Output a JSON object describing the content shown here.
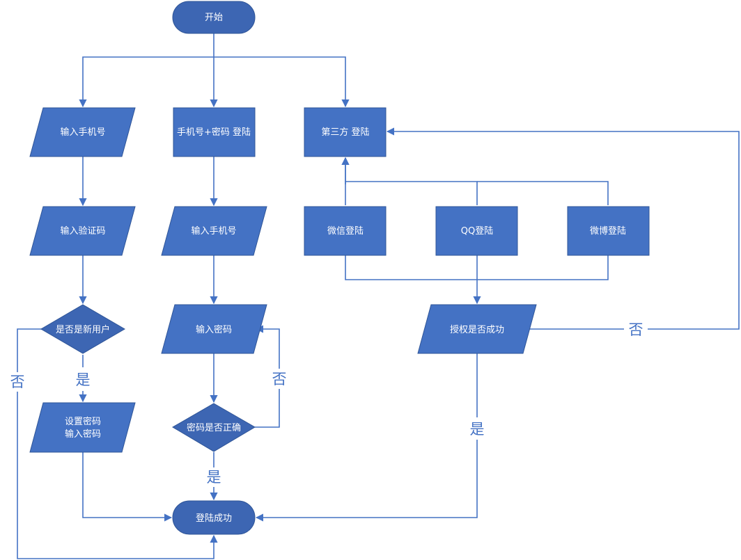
{
  "nodes": {
    "start": {
      "label": "开始"
    },
    "input_phone_sms": {
      "label": "输入手机号"
    },
    "phone_password_login": {
      "label": "手机号+密码 登陆"
    },
    "third_party_login": {
      "label": "第三方 登陆"
    },
    "input_code": {
      "label": "输入验证码"
    },
    "input_phone_pwd": {
      "label": "输入手机号"
    },
    "wechat_login": {
      "label": "微信登陆"
    },
    "qq_login": {
      "label": "QQ登陆"
    },
    "weibo_login": {
      "label": "微博登陆"
    },
    "is_new_user": {
      "label": "是否是新用户"
    },
    "input_password": {
      "label": "输入密码"
    },
    "auth_success": {
      "label": "授权是否成功"
    },
    "set_password": {
      "line1": "设置密码",
      "line2": "输入密码"
    },
    "password_correct": {
      "label": "密码是否正确"
    },
    "login_success": {
      "label": "登陆成功"
    }
  },
  "edge_labels": {
    "new_user_yes": "是",
    "new_user_no": "否",
    "password_yes": "是",
    "password_no": "否",
    "auth_yes": "是",
    "auth_no": "否"
  },
  "colors": {
    "shape_fill": "#4472c4",
    "decision_fill": "#3d66b3",
    "stroke": "#2f5597",
    "edge": "#4472c4",
    "label_text": "#ffffff"
  }
}
